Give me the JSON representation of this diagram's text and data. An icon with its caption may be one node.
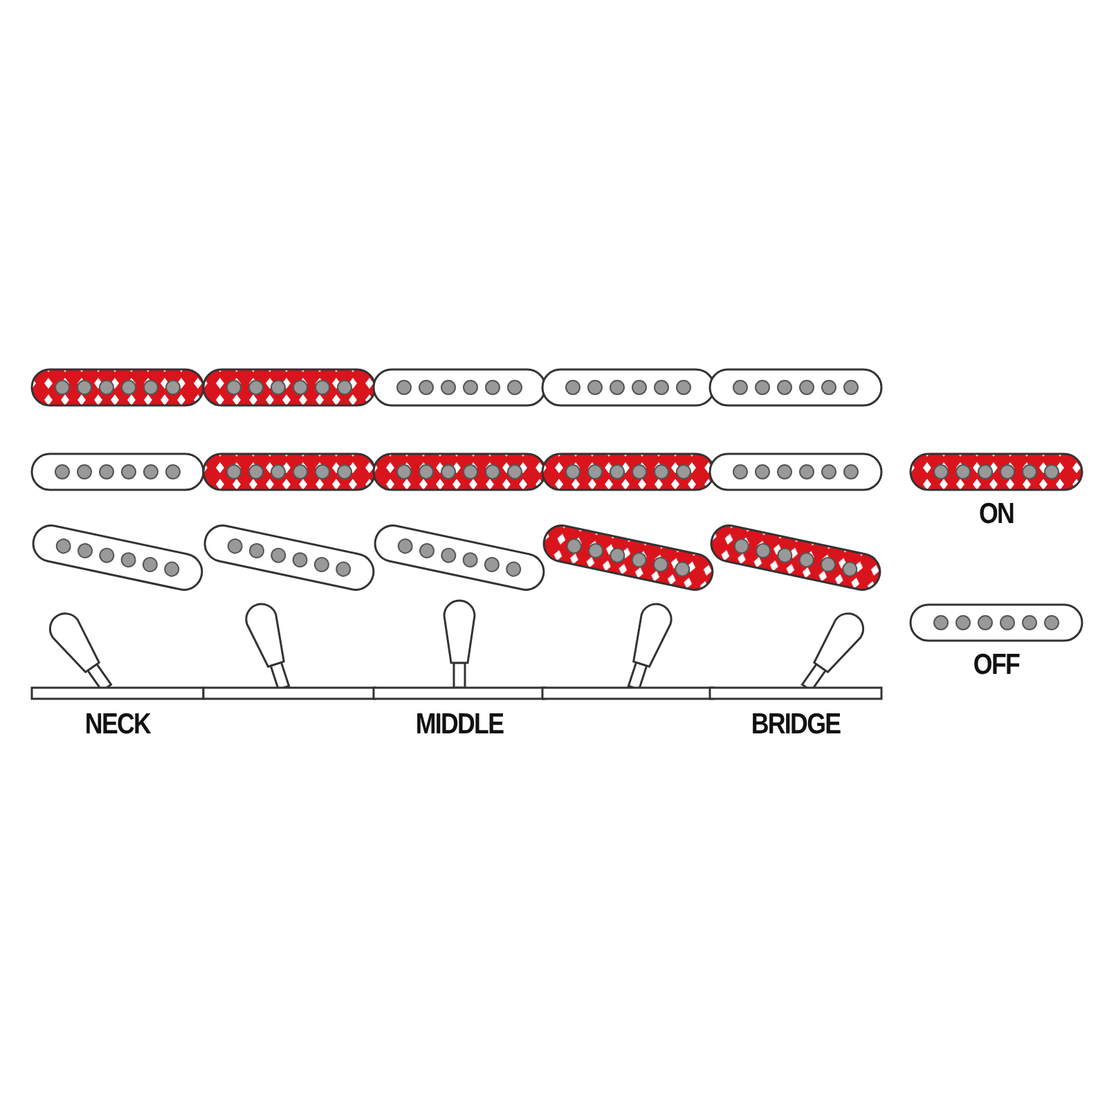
{
  "diagram": {
    "labels": [
      "NECK",
      "MIDDLE",
      "BRIDGE"
    ],
    "legend": [
      {
        "text": "ON"
      },
      {
        "text": "OFF"
      }
    ]
  }
}
